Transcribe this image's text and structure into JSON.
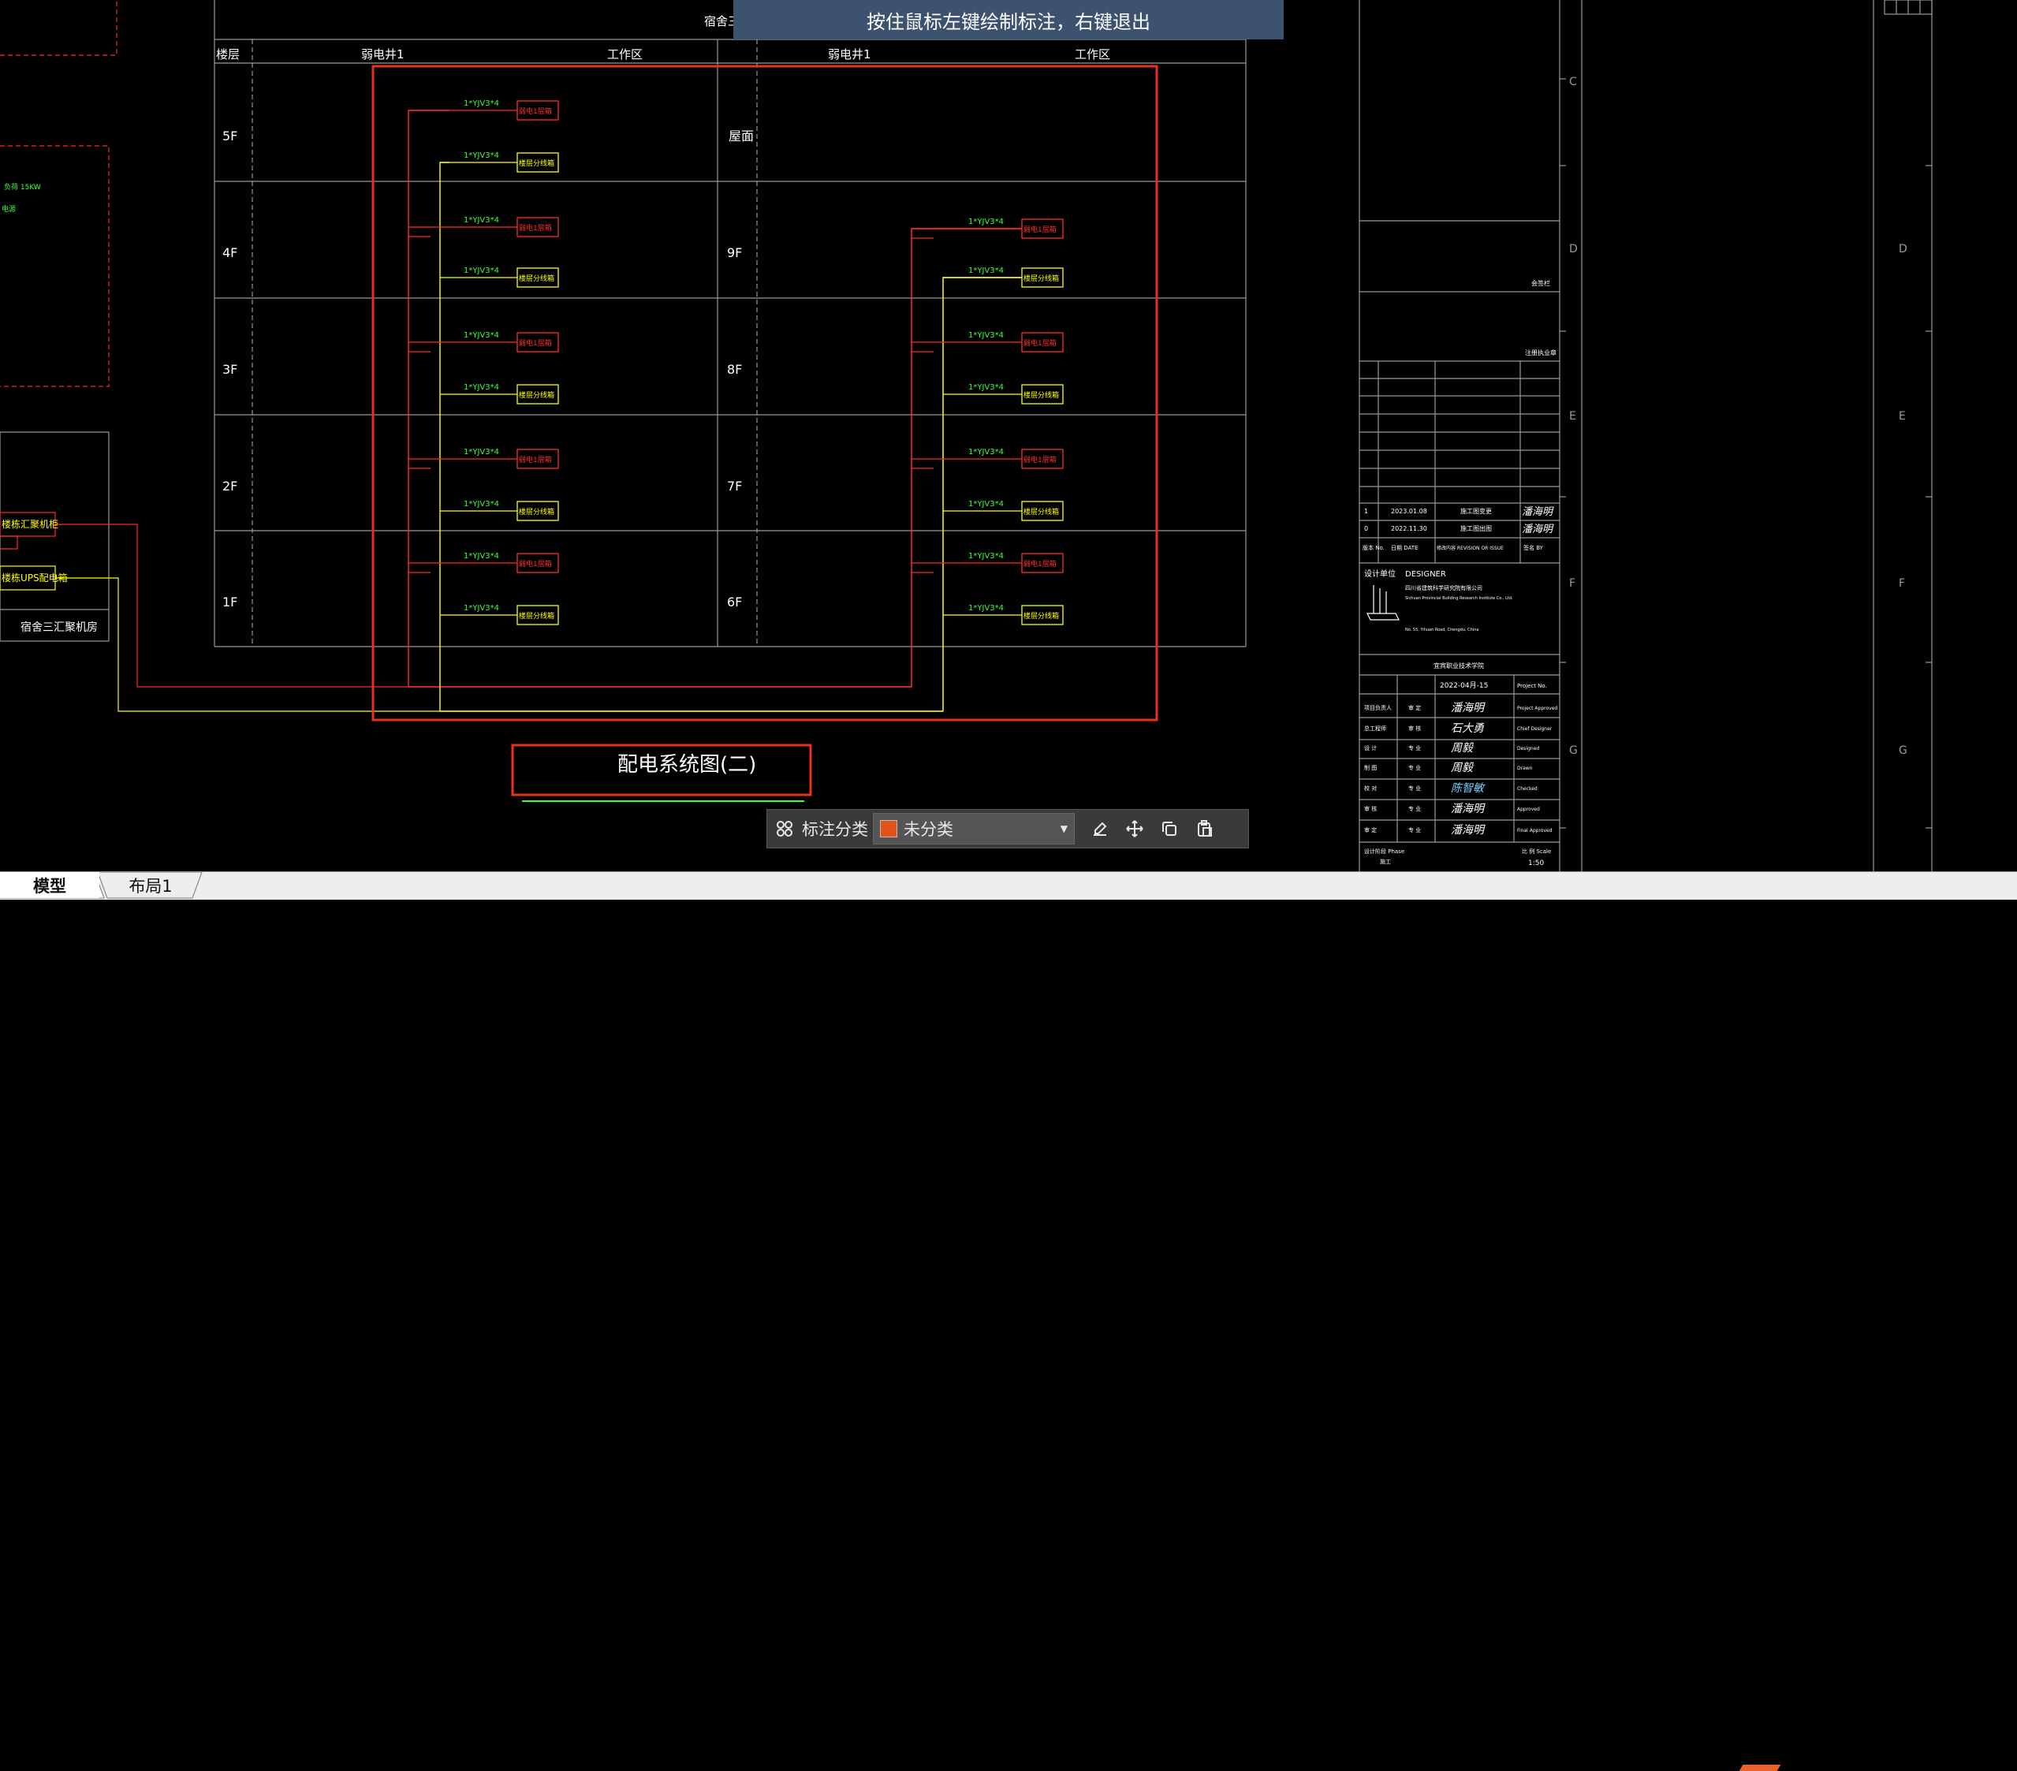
{
  "banner": {
    "message": "按住鼠标左键绘制标注，右键退出"
  },
  "drawing": {
    "top_partial_label": "宿舍三",
    "header": {
      "floor": "楼层",
      "shaft_left": "弱电井1",
      "work_left": "工作区",
      "shaft_right": "弱电井1",
      "work_right": "工作区"
    },
    "floors_left": [
      "5F",
      "4F",
      "3F",
      "2F",
      "1F"
    ],
    "floors_right": [
      "屋面",
      "9F",
      "8F",
      "7F",
      "6F"
    ],
    "cable_label": "1*YJV3*4",
    "box_red_label": "弱电1层箱",
    "box_yellow_label": "楼层分线箱",
    "title": "配电系统图(二)",
    "left_room": "宿舍三汇聚机房",
    "left_equip_1": "楼栋汇聚机柜",
    "left_equip_2": "楼栋UPS配电箱",
    "left_power_label": "负荷 15KW",
    "left_note": "电源",
    "grid_letters": [
      "C",
      "D",
      "E",
      "F",
      "G"
    ]
  },
  "title_block": {
    "panel_label_1": "会签栏",
    "panel_label_2": "注册执业章",
    "revisions": [
      {
        "no": "1",
        "date": "2023.01.08",
        "desc": "施工图变更",
        "sig": "潘海明"
      },
      {
        "no": "0",
        "date": "2022.11.30",
        "desc": "施工图出图",
        "sig": "潘海明"
      }
    ],
    "rev_header": {
      "no": "版本 No.",
      "date": "日期 DATE",
      "desc": "修改内容 REVISION OR ISSUE",
      "by": "签名 BY"
    },
    "designer_label": "设计单位",
    "designer_en": "DESIGNER",
    "company_cn": "四川省建筑科学研究院有限公司",
    "company_en": "Sichuan Provincial Building Research Institute Co., Ltd.",
    "address": "No. 55, Yihuan Road, Chengdu, China",
    "project_name": "宜宾职业技术学院",
    "date": "2022-04月-15",
    "project_no": "Project No.",
    "roles": [
      {
        "cn": "项目负责人",
        "pos": "审 定",
        "sig": "潘海明",
        "en": "Project Approved"
      },
      {
        "cn": "总工程师",
        "pos": "审 核",
        "sig": "石大勇",
        "en": "Chief Designer"
      },
      {
        "cn": "设 计",
        "pos": "专 业",
        "sig": "周毅",
        "en": "Designed"
      },
      {
        "cn": "制 图",
        "pos": "专 业",
        "sig": "周毅",
        "en": "Drawn"
      },
      {
        "cn": "校 对",
        "pos": "专 业",
        "sig": "陈智敏",
        "en": "Checked"
      },
      {
        "cn": "审 核",
        "pos": "专 业",
        "sig": "潘海明",
        "en": "Approved"
      },
      {
        "cn": "审 定",
        "pos": "专 业",
        "sig": "潘海明",
        "en": "Final Approved"
      }
    ],
    "phase_label": "设计阶段 Phase",
    "phase_value": "施工",
    "scale_label": "比 例 Scale",
    "scale_value": "1:50"
  },
  "toolbar": {
    "label": "标注分类",
    "selected": "未分类"
  },
  "tabs": [
    {
      "label": "模型"
    },
    {
      "label": "布局1"
    }
  ],
  "colors": {
    "red": "#ff2a2a",
    "yellow": "#ffff00",
    "green": "#3dff3d",
    "grid": "#9a9a9a",
    "annotation": "#e8321e",
    "banner": "#3d526e",
    "swatch": "#e2531a"
  }
}
